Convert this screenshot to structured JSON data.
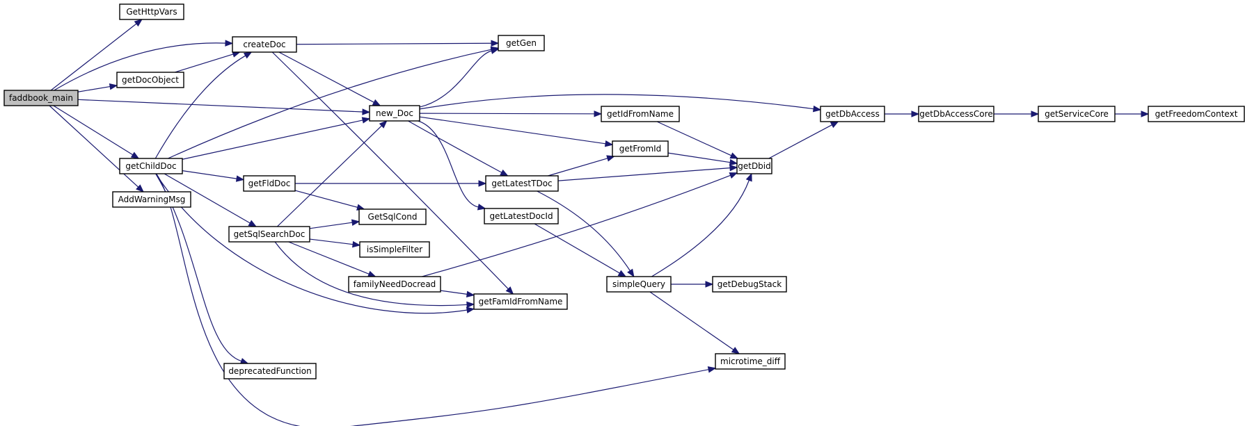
{
  "colors": {
    "edge": "#191970",
    "node_fill": "#ffffff",
    "root_fill": "#bfbfbf",
    "border": "#000000"
  },
  "root": "faddbook_main",
  "nodes": [
    {
      "id": "faddbook_main",
      "label": "faddbook_main"
    },
    {
      "id": "GetHttpVars",
      "label": "GetHttpVars"
    },
    {
      "id": "createDoc",
      "label": "createDoc"
    },
    {
      "id": "getDocObject",
      "label": "getDocObject"
    },
    {
      "id": "getChildDoc",
      "label": "getChildDoc"
    },
    {
      "id": "AddWarningMsg",
      "label": "AddWarningMsg"
    },
    {
      "id": "new_Doc",
      "label": "new_Doc"
    },
    {
      "id": "getGen",
      "label": "getGen"
    },
    {
      "id": "getFldDoc",
      "label": "getFldDoc"
    },
    {
      "id": "getSqlSearchDoc",
      "label": "getSqlSearchDoc"
    },
    {
      "id": "deprecatedFunction",
      "label": "deprecatedFunction"
    },
    {
      "id": "GetSqlCond",
      "label": "GetSqlCond"
    },
    {
      "id": "isSimpleFilter",
      "label": "isSimpleFilter"
    },
    {
      "id": "familyNeedDocread",
      "label": "familyNeedDocread"
    },
    {
      "id": "getFamIdFromName",
      "label": "getFamIdFromName"
    },
    {
      "id": "getIdFromName",
      "label": "getIdFromName"
    },
    {
      "id": "getFromId",
      "label": "getFromId"
    },
    {
      "id": "getLatestTDoc",
      "label": "getLatestTDoc"
    },
    {
      "id": "getLatestDocId",
      "label": "getLatestDocId"
    },
    {
      "id": "simpleQuery",
      "label": "simpleQuery"
    },
    {
      "id": "getDebugStack",
      "label": "getDebugStack"
    },
    {
      "id": "microtime_diff",
      "label": "microtime_diff"
    },
    {
      "id": "getDbid",
      "label": "getDbid"
    },
    {
      "id": "getDbAccess",
      "label": "getDbAccess"
    },
    {
      "id": "getDbAccessCore",
      "label": "getDbAccessCore"
    },
    {
      "id": "getServiceCore",
      "label": "getServiceCore"
    },
    {
      "id": "getFreedomContext",
      "label": "getFreedomContext"
    }
  ],
  "edges": [
    {
      "from": "faddbook_main",
      "to": "GetHttpVars"
    },
    {
      "from": "faddbook_main",
      "to": "createDoc"
    },
    {
      "from": "faddbook_main",
      "to": "getDocObject"
    },
    {
      "from": "faddbook_main",
      "to": "new_Doc"
    },
    {
      "from": "faddbook_main",
      "to": "getChildDoc"
    },
    {
      "from": "faddbook_main",
      "to": "AddWarningMsg"
    },
    {
      "from": "createDoc",
      "to": "getGen"
    },
    {
      "from": "createDoc",
      "to": "new_Doc"
    },
    {
      "from": "createDoc",
      "to": "getFamIdFromName"
    },
    {
      "from": "getDocObject",
      "to": "createDoc"
    },
    {
      "from": "getChildDoc",
      "to": "createDoc"
    },
    {
      "from": "getChildDoc",
      "to": "getGen"
    },
    {
      "from": "getChildDoc",
      "to": "new_Doc"
    },
    {
      "from": "getChildDoc",
      "to": "getFldDoc"
    },
    {
      "from": "getChildDoc",
      "to": "getSqlSearchDoc"
    },
    {
      "from": "getChildDoc",
      "to": "getFamIdFromName"
    },
    {
      "from": "getChildDoc",
      "to": "deprecatedFunction"
    },
    {
      "from": "getChildDoc",
      "to": "microtime_diff"
    },
    {
      "from": "new_Doc",
      "to": "getGen"
    },
    {
      "from": "new_Doc",
      "to": "getDbAccess"
    },
    {
      "from": "new_Doc",
      "to": "getIdFromName"
    },
    {
      "from": "new_Doc",
      "to": "getFromId"
    },
    {
      "from": "new_Doc",
      "to": "getLatestTDoc"
    },
    {
      "from": "new_Doc",
      "to": "getLatestDocId"
    },
    {
      "from": "getFldDoc",
      "to": "getLatestTDoc"
    },
    {
      "from": "getFldDoc",
      "to": "GetSqlCond"
    },
    {
      "from": "getSqlSearchDoc",
      "to": "new_Doc"
    },
    {
      "from": "getSqlSearchDoc",
      "to": "GetSqlCond"
    },
    {
      "from": "getSqlSearchDoc",
      "to": "isSimpleFilter"
    },
    {
      "from": "getSqlSearchDoc",
      "to": "familyNeedDocread"
    },
    {
      "from": "getSqlSearchDoc",
      "to": "getFamIdFromName"
    },
    {
      "from": "familyNeedDocread",
      "to": "getDbid"
    },
    {
      "from": "familyNeedDocread",
      "to": "getFamIdFromName"
    },
    {
      "from": "getIdFromName",
      "to": "getDbid"
    },
    {
      "from": "getFromId",
      "to": "getDbid"
    },
    {
      "from": "getLatestTDoc",
      "to": "getFromId"
    },
    {
      "from": "getLatestTDoc",
      "to": "getDbid"
    },
    {
      "from": "getLatestTDoc",
      "to": "simpleQuery"
    },
    {
      "from": "getLatestDocId",
      "to": "simpleQuery"
    },
    {
      "from": "simpleQuery",
      "to": "getDbid"
    },
    {
      "from": "simpleQuery",
      "to": "getDebugStack"
    },
    {
      "from": "simpleQuery",
      "to": "microtime_diff"
    },
    {
      "from": "getDbid",
      "to": "getDbAccess"
    },
    {
      "from": "getDbAccess",
      "to": "getDbAccessCore"
    },
    {
      "from": "getDbAccessCore",
      "to": "getServiceCore"
    },
    {
      "from": "getServiceCore",
      "to": "getFreedomContext"
    }
  ]
}
